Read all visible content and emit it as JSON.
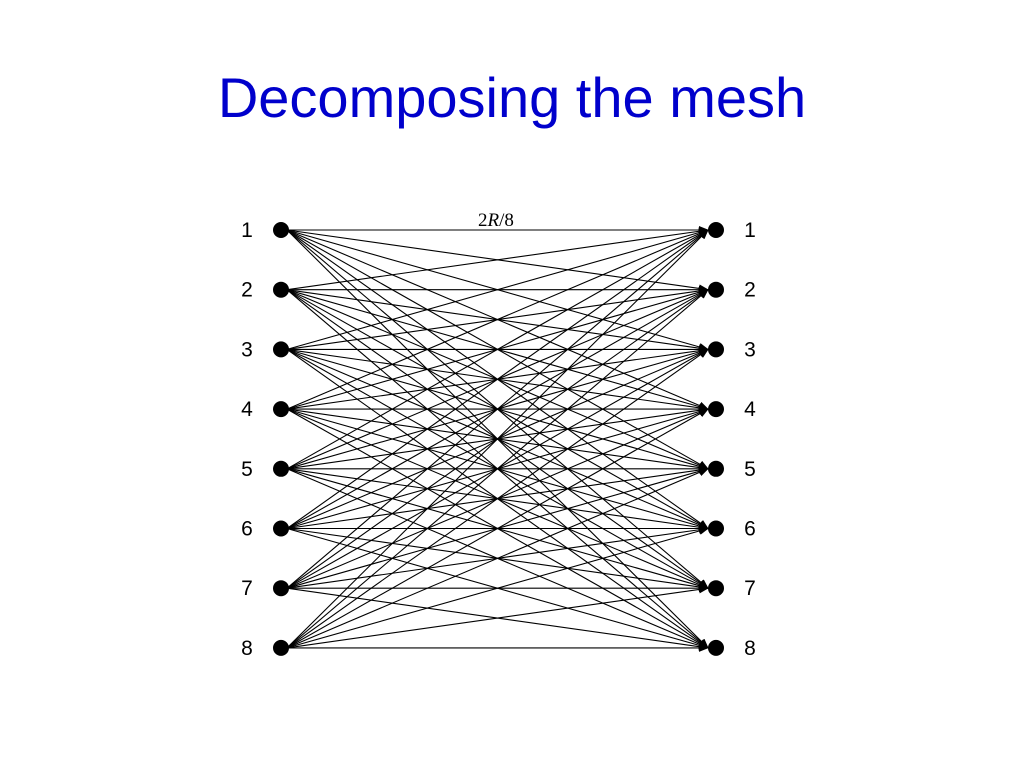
{
  "slide": {
    "title": "Decomposing the mesh",
    "title_color": "#0000cc"
  },
  "diagram": {
    "link_label": {
      "prefix": "2",
      "variable": "R",
      "suffix": "/8"
    },
    "inputs": [
      "1",
      "2",
      "3",
      "4",
      "5",
      "6",
      "7",
      "8"
    ],
    "outputs": [
      "1",
      "2",
      "3",
      "4",
      "5",
      "6",
      "7",
      "8"
    ],
    "connectivity": "full-mesh",
    "line_color": "#000000",
    "node_color": "#000000"
  }
}
